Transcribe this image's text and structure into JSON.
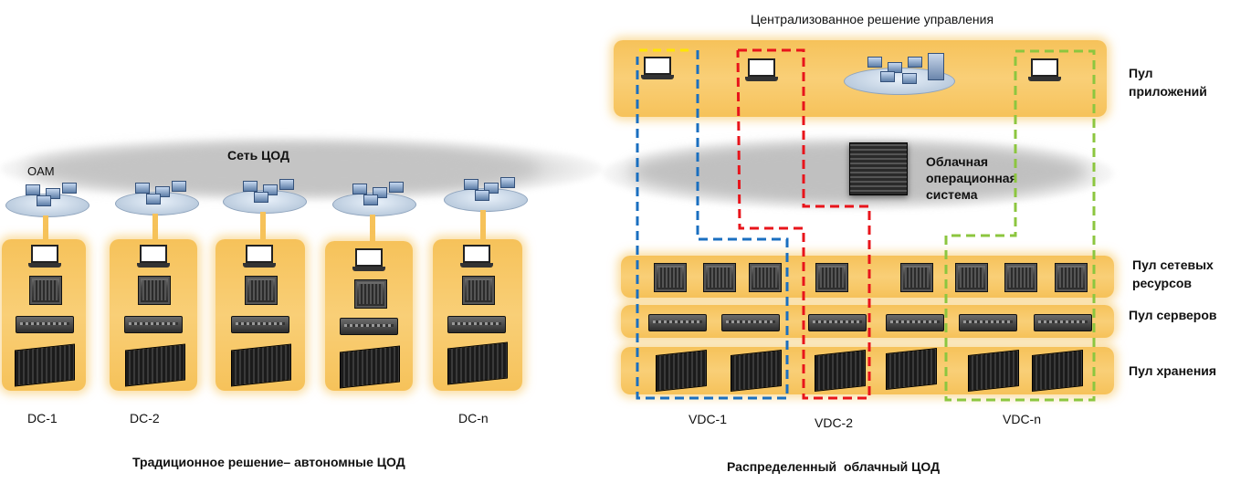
{
  "left": {
    "network_title": "Сеть ЦОД",
    "oam_label": "OAM",
    "dc_labels": [
      "DC-1",
      "DC-2",
      "DC-n"
    ],
    "caption": "Традиционное решение– автономные ЦОД"
  },
  "right": {
    "top_title": "Централизованное решение управления",
    "app_pool_label": "Пул приложений",
    "cloud_os_label": "Облачная операционная система",
    "net_pool_label": "Пул сетевых ресурсов",
    "server_pool_label": "Пул серверов",
    "storage_pool_label": "Пул хранения",
    "vdc_labels": [
      "VDC-1",
      "VDC-2",
      "VDC-n"
    ],
    "caption": "Распределенный  облачный ЦОД"
  },
  "colors": {
    "vdc1": "#1a6fc0",
    "vdc2": "#e8141b",
    "vdcn": "#8cc63f",
    "accent": "#f6c25a"
  },
  "icons": [
    "network-cloud-icon",
    "laptop-icon",
    "switch-icon",
    "server-icon",
    "storage-icon",
    "cloud-os-rack-icon"
  ]
}
